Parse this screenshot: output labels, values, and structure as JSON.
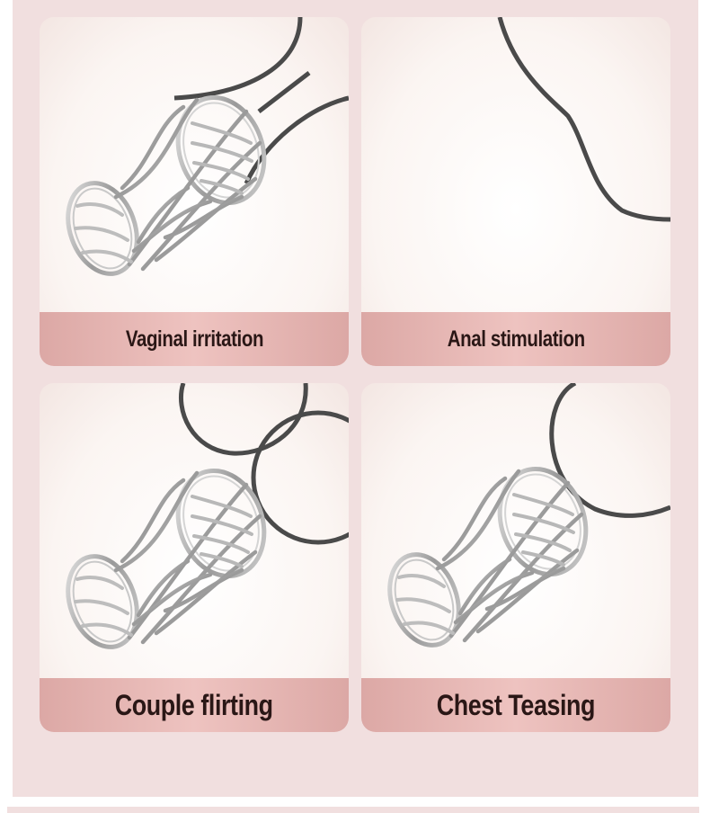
{
  "cards": [
    {
      "label": "Vaginal irritation"
    },
    {
      "label": "Anal stimulation"
    },
    {
      "label": "Couple flirting"
    },
    {
      "label": "Chest Teasing"
    }
  ],
  "colors": {
    "background_panel": "#f1dfdf",
    "label_bar": "#e4b3b0",
    "label_text": "#2a1716",
    "outline": "#4a4a4a",
    "wire": "#a6a6a6"
  },
  "icons": [
    "wire-cage-plug-icon",
    "body-outline-icon"
  ]
}
